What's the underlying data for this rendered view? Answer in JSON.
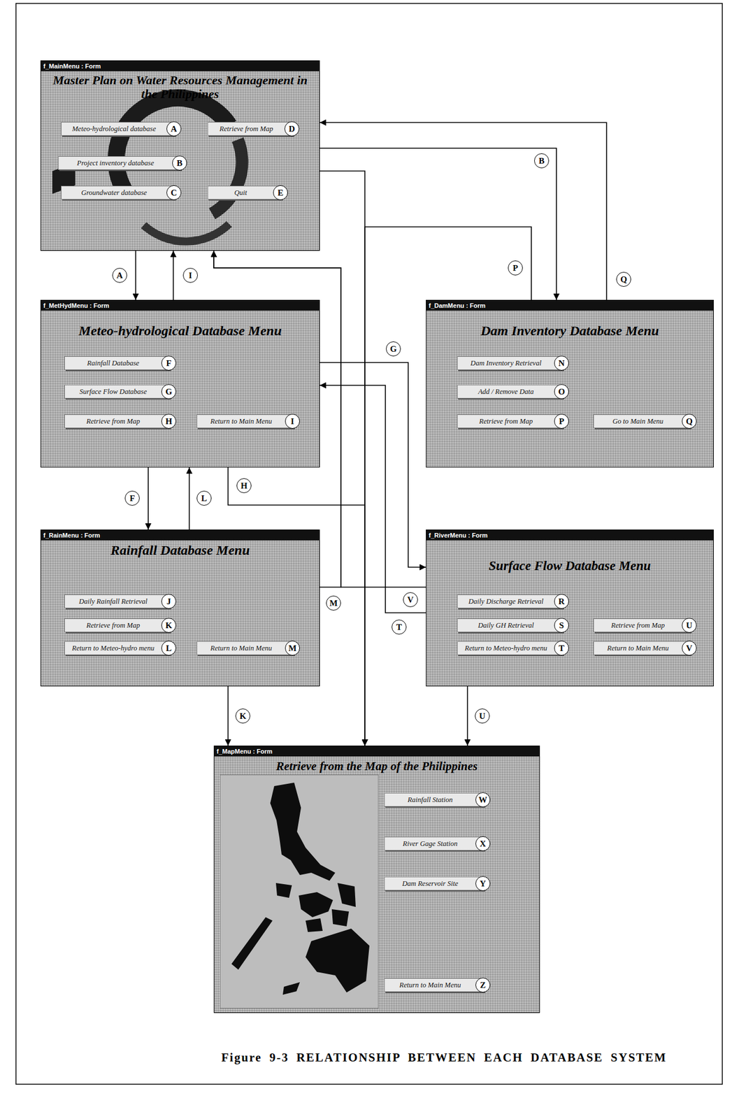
{
  "diagram": {
    "caption": "Figure 9-3 RELATIONSHIP BETWEEN EACH DATABASE SYSTEM",
    "nodes": [
      {
        "text": [
          "f_MainMenu : Form",
          "Master Plan on Water Resources Management in the Philippines"
        ]
      },
      {
        "text": [
          "Meteo-hydrological database"
        ],
        "in": 0
      },
      {
        "text": [
          "A"
        ],
        "in": 1
      },
      {
        "text": [
          "Project inventory database"
        ],
        "in": 0
      },
      {
        "text": [
          "B"
        ],
        "in": 3
      },
      {
        "text": [
          "Groundwater database"
        ],
        "in": 0
      },
      {
        "text": [
          "C"
        ],
        "in": 5
      },
      {
        "text": [
          "Retrieve from Map"
        ],
        "in": 0
      },
      {
        "text": [
          "D"
        ],
        "in": 7
      },
      {
        "text": [
          "Quit"
        ],
        "in": 0
      },
      {
        "text": [
          "E"
        ],
        "in": 9
      },
      {
        "text": [
          "f_MetHydMenu : Form",
          "Meteo-hydrological Database Menu"
        ]
      },
      {
        "text": [
          "Rainfall Database"
        ],
        "in": 11
      },
      {
        "text": [
          "F"
        ],
        "in": 12
      },
      {
        "text": [
          "Surface Flow Database"
        ],
        "in": 11
      },
      {
        "text": [
          "G"
        ],
        "in": 14
      },
      {
        "text": [
          "Retrieve from Map"
        ],
        "in": 11
      },
      {
        "text": [
          "H"
        ],
        "in": 16
      },
      {
        "text": [
          "Return to Main Menu"
        ],
        "in": 11
      },
      {
        "text": [
          "I"
        ],
        "in": 18
      },
      {
        "text": [
          "f_DamMenu : Form",
          "Dam Inventory Database Menu"
        ]
      },
      {
        "text": [
          "Dam Inventory Retrieval"
        ],
        "in": 20
      },
      {
        "text": [
          "N"
        ],
        "in": 21
      },
      {
        "text": [
          "Add / Remove Data"
        ],
        "in": 20
      },
      {
        "text": [
          "O"
        ],
        "in": 23
      },
      {
        "text": [
          "Retrieve from Map"
        ],
        "in": 20
      },
      {
        "text": [
          "P"
        ],
        "in": 25
      },
      {
        "text": [
          "Go to Main Menu"
        ],
        "in": 20
      },
      {
        "text": [
          "Q"
        ],
        "in": 27
      },
      {
        "text": [
          "f_RainMenu : Form",
          "Rainfall Database Menu"
        ]
      },
      {
        "text": [
          "Daily Rainfall Retrieval"
        ],
        "in": 29
      },
      {
        "text": [
          "J"
        ],
        "in": 30
      },
      {
        "text": [
          "Retrieve from Map"
        ],
        "in": 29
      },
      {
        "text": [
          "K"
        ],
        "in": 32
      },
      {
        "text": [
          "Return to Meteo-hydro menu"
        ],
        "in": 29
      },
      {
        "text": [
          "L"
        ],
        "in": 34
      },
      {
        "text": [
          "Return to Main Menu"
        ],
        "in": 29
      },
      {
        "text": [
          "M"
        ],
        "in": 36
      },
      {
        "text": [
          "f_RiverMenu : Form",
          "Surface Flow Database Menu"
        ]
      },
      {
        "text": [
          "Daily Discharge Retrieval"
        ],
        "in": 38
      },
      {
        "text": [
          "R"
        ],
        "in": 39
      },
      {
        "text": [
          "Daily GH Retrieval"
        ],
        "in": 38
      },
      {
        "text": [
          "S"
        ],
        "in": 41
      },
      {
        "text": [
          "Retrieve from Map"
        ],
        "in": 38
      },
      {
        "text": [
          "U"
        ],
        "in": 43
      },
      {
        "text": [
          "Return to Meteo-hydro menu"
        ],
        "in": 38
      },
      {
        "text": [
          "T"
        ],
        "in": 45
      },
      {
        "text": [
          "Return to Main Menu"
        ],
        "in": 38
      },
      {
        "text": [
          "V"
        ],
        "in": 47
      },
      {
        "text": [
          "f_MapMenu : Form",
          "Retrieve from the Map of the Philippines"
        ]
      },
      {
        "text": [
          "Rainfall Station"
        ],
        "in": 49
      },
      {
        "text": [
          "W"
        ],
        "in": 50
      },
      {
        "text": [
          "River Gage Station"
        ],
        "in": 49
      },
      {
        "text": [
          "X"
        ],
        "in": 52
      },
      {
        "text": [
          "Dam Reservoir Site"
        ],
        "in": 49
      },
      {
        "text": [
          "Y"
        ],
        "in": 54
      },
      {
        "text": [
          "Return to Main Menu"
        ],
        "in": 49
      },
      {
        "text": [
          "Z"
        ],
        "in": 56
      }
    ],
    "edges": [
      {
        "from": 0,
        "to": 11,
        "label": "A",
        "arrow": "to"
      },
      {
        "from": 11,
        "to": 0,
        "label": "I",
        "arrow": "to"
      },
      {
        "from": 0,
        "to": 20,
        "label": "B",
        "arrow": "to"
      },
      {
        "from": 20,
        "to": 0,
        "label": "Q",
        "arrow": "to"
      },
      {
        "from": 20,
        "to": 49,
        "label": "P",
        "arrow": "to"
      },
      {
        "from": 0,
        "to": 49,
        "arrow": "to"
      },
      {
        "from": 11,
        "to": 38,
        "label": "G",
        "arrow": "to"
      },
      {
        "from": 38,
        "to": 11,
        "label": "T",
        "arrow": "to"
      },
      {
        "from": 11,
        "to": 49,
        "label": "H",
        "arrow": "to"
      },
      {
        "from": 11,
        "to": 29,
        "label": "F",
        "arrow": "to"
      },
      {
        "from": 29,
        "to": 11,
        "label": "L",
        "arrow": "to"
      },
      {
        "from": 29,
        "to": 0,
        "label": "M",
        "arrow": "to"
      },
      {
        "from": 38,
        "to": 0,
        "label": "V",
        "arrow": "to"
      },
      {
        "from": 29,
        "to": 49,
        "label": "K",
        "arrow": "to"
      },
      {
        "from": 38,
        "to": 49,
        "label": "U",
        "arrow": "to"
      }
    ]
  }
}
